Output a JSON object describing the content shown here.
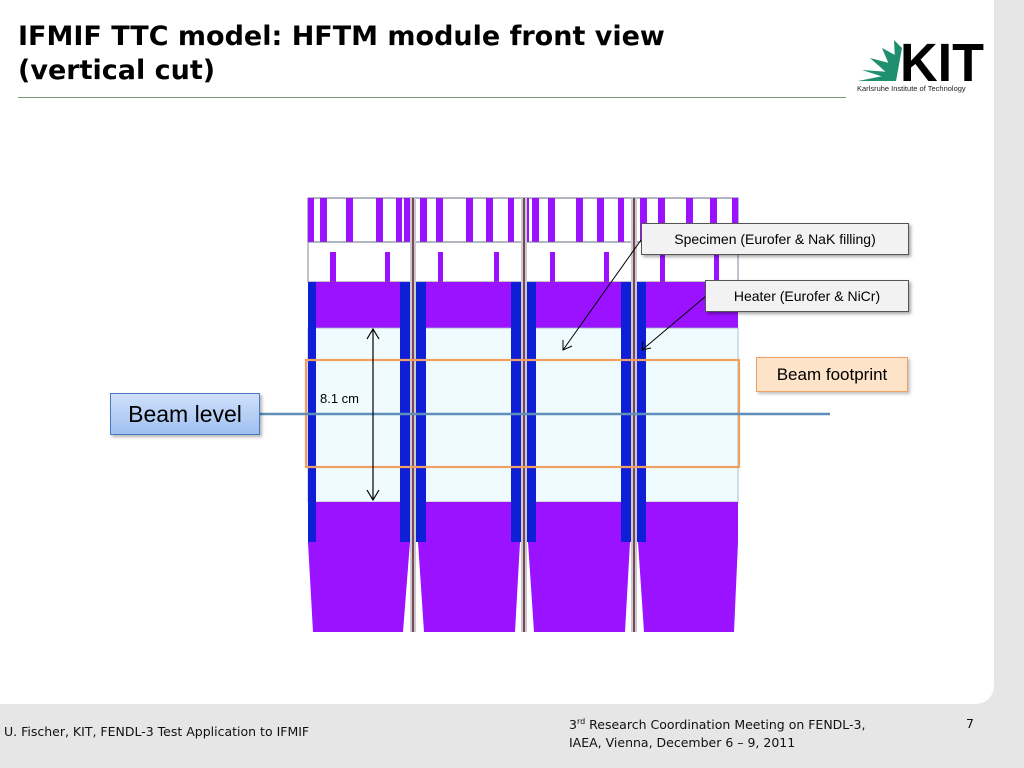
{
  "slide": {
    "title_line1": "IFMIF TTC model: HFTM module front view",
    "title_line2": "(vertical cut)"
  },
  "logo": {
    "wordmark": "KIT",
    "tagline": "Karlsruhe Institute of Technology"
  },
  "diagram": {
    "callout_specimen": "Specimen (Eurofer & NaK filling)",
    "callout_heater": "Heater (Eurofer & NiCr)",
    "callout_footprint": "Beam footprint",
    "callout_beam_level": "Beam level",
    "dimension_label": "8.1 cm"
  },
  "colors": {
    "purple": "#9a12ff",
    "blue": "#0f1fd6",
    "specimen_fill": "#f0fbff",
    "footprint": "#f0a060",
    "beam_line": "#5f8fb8",
    "kit_green": "#1f8f6f"
  },
  "footer": {
    "left": "U. Fischer, KIT, FENDL-3 Test Application to IFMIF",
    "mid_num": "3",
    "mid_sup": "rd",
    "mid_rest": " Research Coordination Meeting on FENDL-3,",
    "mid_line2": "IAEA, Vienna, December 6 – 9, 2011",
    "page": "7"
  }
}
